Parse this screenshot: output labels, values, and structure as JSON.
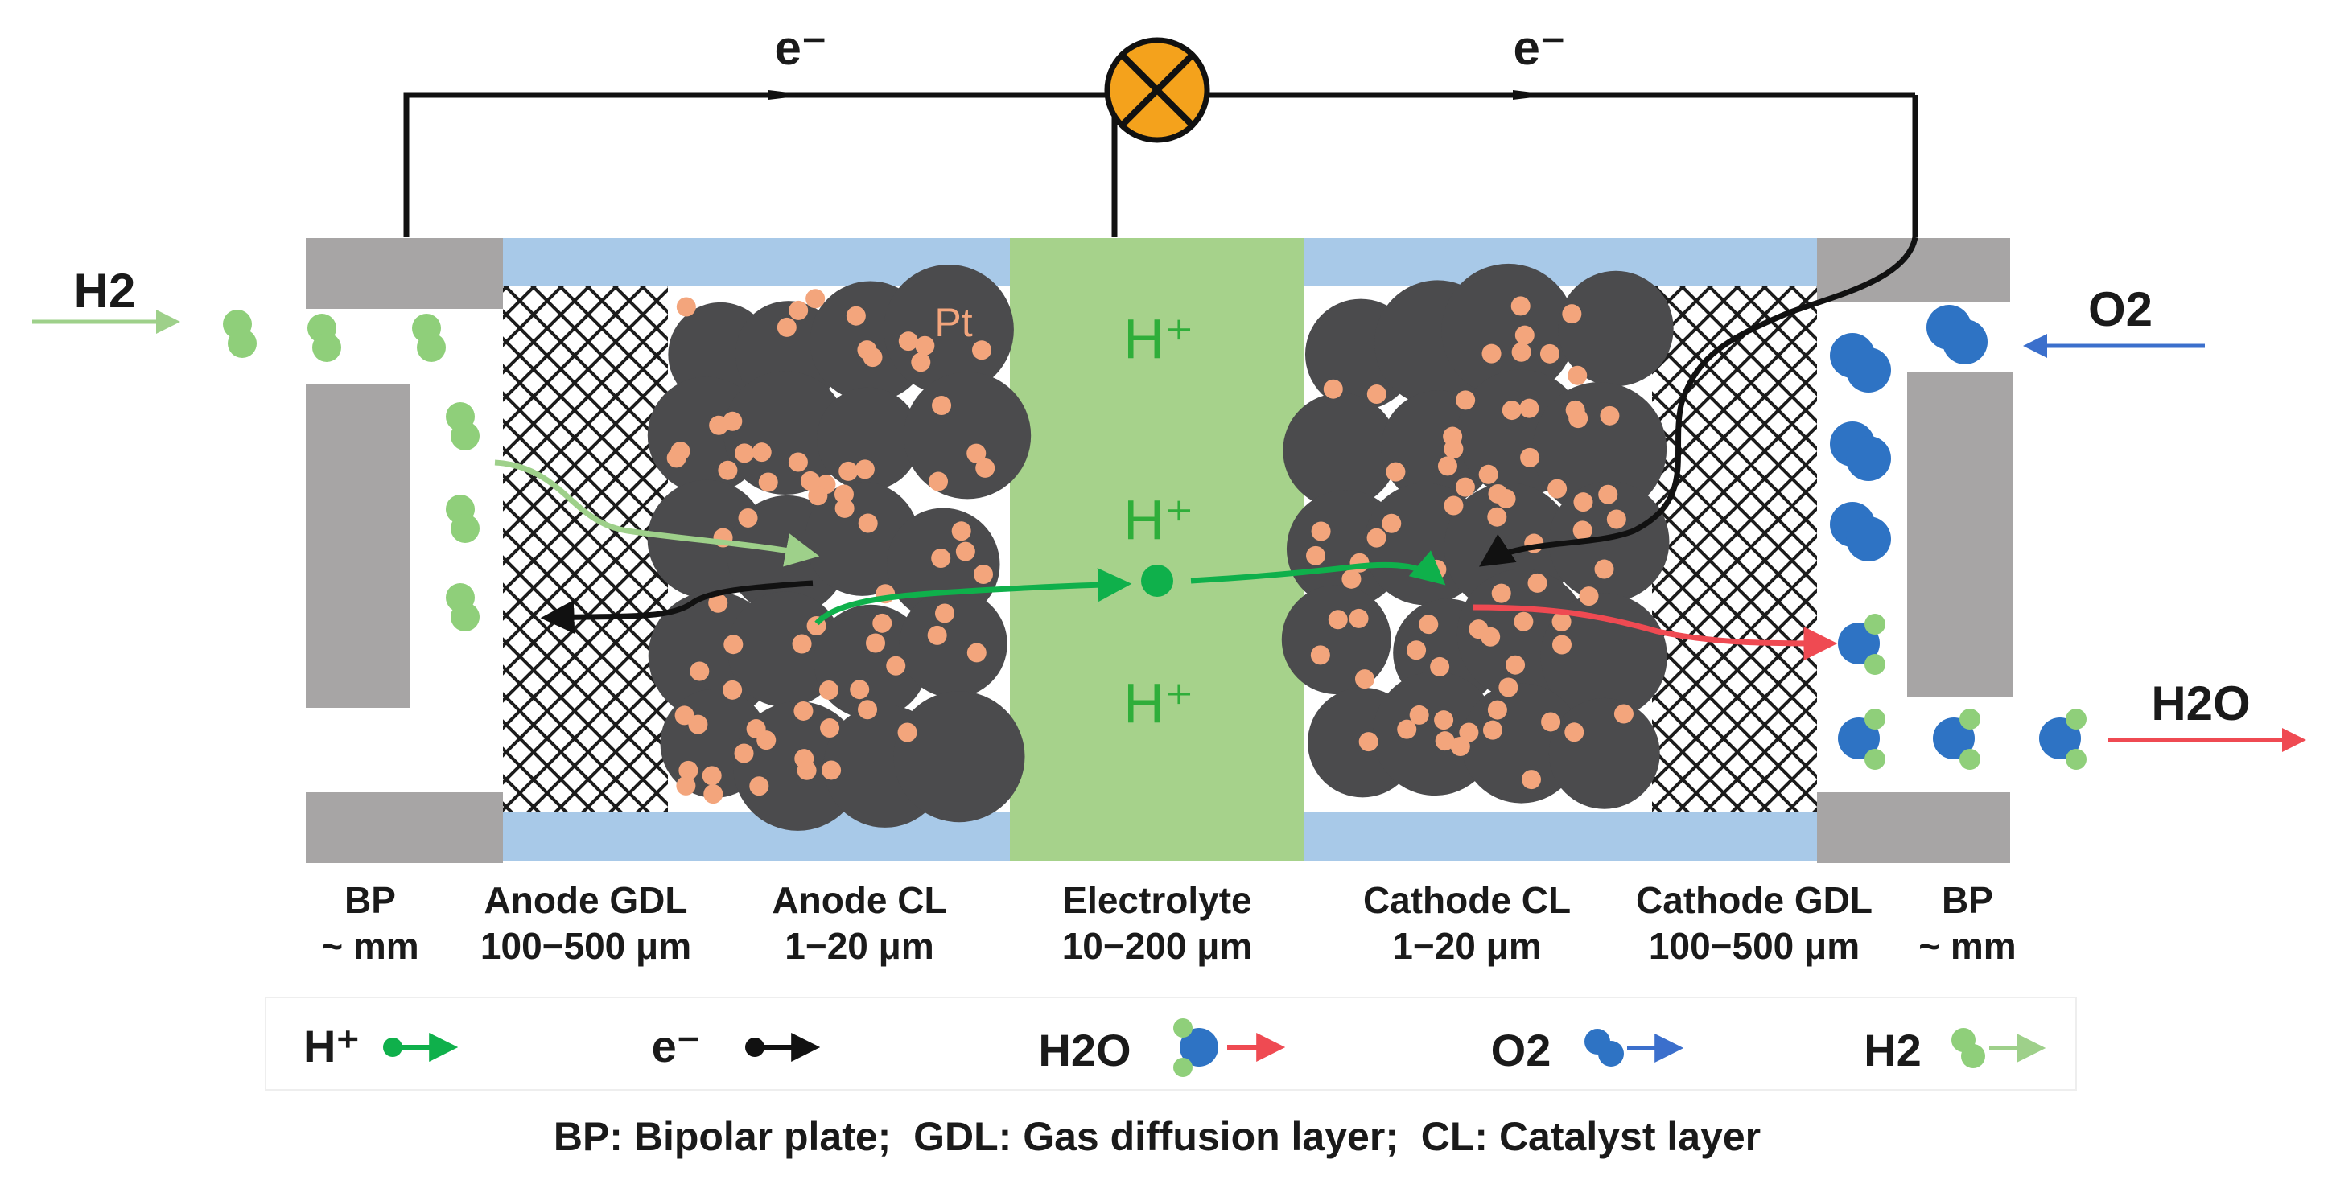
{
  "circuit": {
    "electron_label_left": "e⁻",
    "electron_label_right": "e⁻"
  },
  "gases": {
    "h2_in": "H2",
    "o2_in": "O2",
    "h2o_out": "H2O"
  },
  "catalyst": {
    "pt_label": "Pt"
  },
  "electrolyte": {
    "proton_labels": [
      "H⁺",
      "H⁺",
      "H⁺"
    ]
  },
  "layers": [
    {
      "name": "BP",
      "thickness": "~ mm"
    },
    {
      "name": "Anode GDL",
      "thickness": "100−500 μm"
    },
    {
      "name": "Anode CL",
      "thickness": "1−20 μm"
    },
    {
      "name": "Electrolyte",
      "thickness": "10−200 μm"
    },
    {
      "name": "Cathode CL",
      "thickness": "1−20 μm"
    },
    {
      "name": "Cathode GDL",
      "thickness": "100−500 μm"
    },
    {
      "name": "BP",
      "thickness": "~ mm"
    }
  ],
  "legend": {
    "proton": "H⁺",
    "electron": "e⁻",
    "water": "H2O",
    "oxygen": "O2",
    "hydrogen": "H2"
  },
  "footnote": "BP: Bipolar plate;  GDL: Gas diffusion layer;  CL: Catalyst layer",
  "colors": {
    "bipolar_plate": "#a7a5a5",
    "gdl_band": "#a8c9e8",
    "electrolyte": "#a6d28b",
    "catalyst_particle": "#4b4b4d",
    "pt_dot": "#f3a57c",
    "proton": "#0fb04b",
    "hydrogen": "#8fcf7a",
    "oxygen": "#2e73c4",
    "water_arrow": "#ef4a52",
    "oxygen_arrow": "#3b6fcc",
    "lamp": "#f4a21c"
  }
}
